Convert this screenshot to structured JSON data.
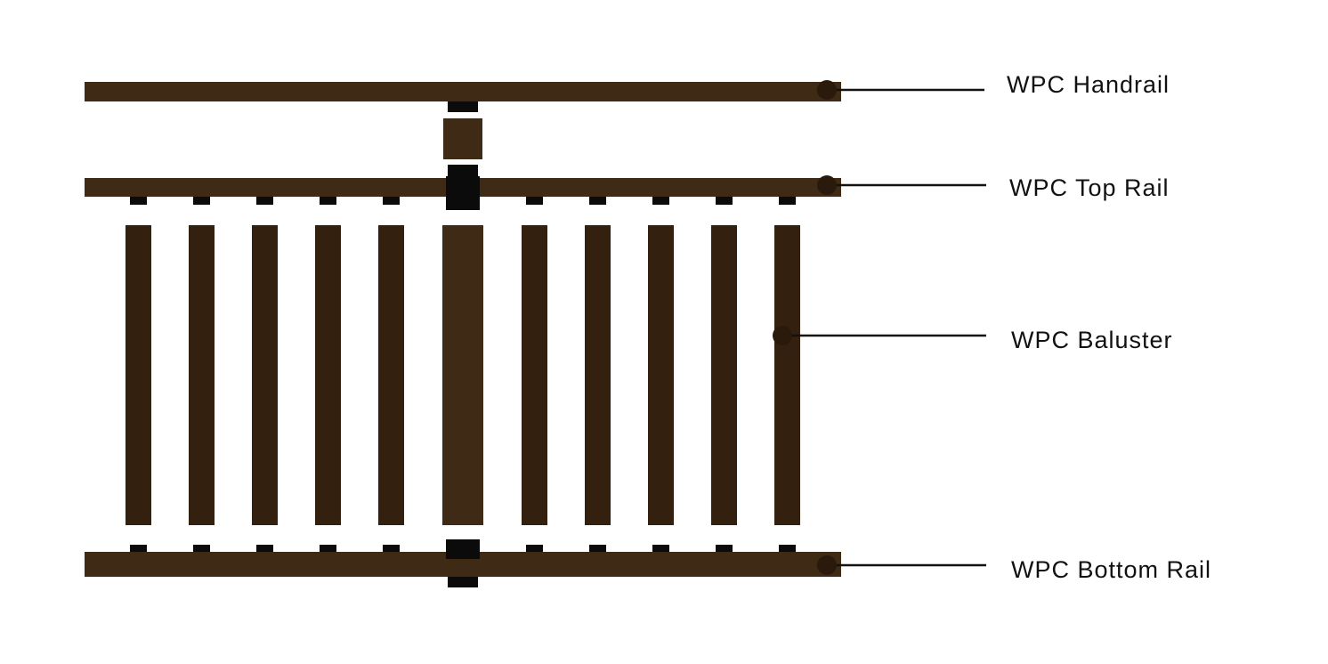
{
  "colors": {
    "wood": "#3f2a16",
    "wood_dark": "#33200f",
    "connector": "#0b0b0b",
    "leader": "#111111",
    "dot": "#2a1a0c"
  },
  "labels": {
    "handrail": "WPC Handrail",
    "top_rail": "WPC Top Rail",
    "baluster": "WPC Baluster",
    "bottom_rail": "WPC Bottom Rail"
  },
  "structure": {
    "baluster_count": 10,
    "center_post": true
  }
}
